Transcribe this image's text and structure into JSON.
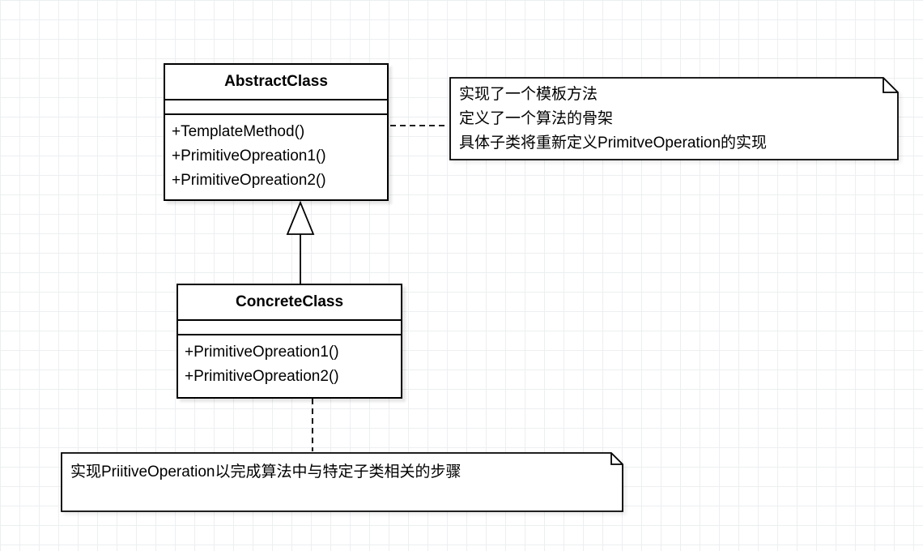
{
  "colors": {
    "stroke": "#000000",
    "fill": "#ffffff",
    "grid": "#eceff0"
  },
  "diagram": {
    "abstract_class": {
      "name": "AbstractClass",
      "methods": [
        "+TemplateMethod()",
        "+PrimitiveOpreation1()",
        "+PrimitiveOpreation2()"
      ]
    },
    "concrete_class": {
      "name": "ConcreteClass",
      "methods": [
        "+PrimitiveOpreation1()",
        "+PrimitiveOpreation2()"
      ]
    },
    "top_note": {
      "lines": [
        "实现了一个模板方法",
        "定义了一个算法的骨架",
        "具体子类将重新定义PrimitveOperation的实现"
      ]
    },
    "bottom_note": {
      "text": "实现PriitiveOperation以完成算法中与特定子类相关的步骤"
    }
  }
}
